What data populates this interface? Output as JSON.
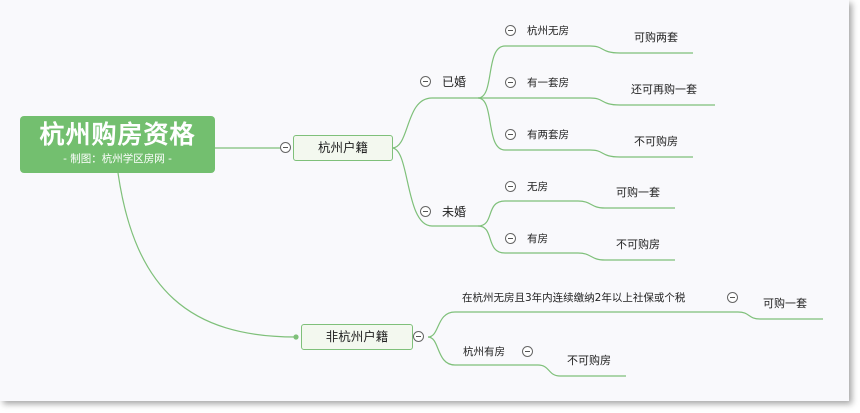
{
  "root": {
    "title": "杭州购房资格",
    "subtitle": "- 制图：杭州学区房网 -"
  },
  "branches": [
    {
      "label": "杭州户籍",
      "children": [
        {
          "label": "已婚",
          "children": [
            {
              "label": "杭州无房",
              "result": "可购两套"
            },
            {
              "label": "有一套房",
              "result": "还可再购一套"
            },
            {
              "label": "有两套房",
              "result": "不可购房"
            }
          ]
        },
        {
          "label": "未婚",
          "children": [
            {
              "label": "无房",
              "result": "可购一套"
            },
            {
              "label": "有房",
              "result": "不可购房"
            }
          ]
        }
      ]
    },
    {
      "label": "非杭州户籍",
      "children": [
        {
          "label": "在杭州无房且3年内连续缴纳2年以上社保或个税",
          "result": "可购一套"
        },
        {
          "label": "杭州有房",
          "result": "不可购房"
        }
      ]
    }
  ],
  "colors": {
    "root": "#73bf6f",
    "link": "#7fc07a",
    "box_fill": "#f3f8ef",
    "canvas": "#f9f9fc"
  }
}
